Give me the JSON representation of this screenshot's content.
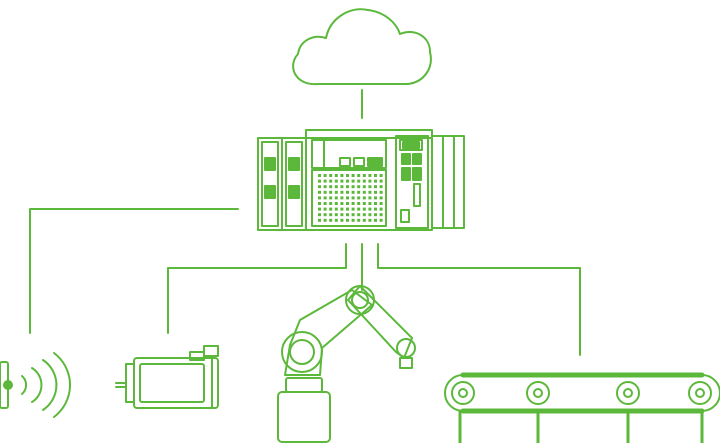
{
  "diagram": {
    "colors": {
      "line": "#5cb83b",
      "fill_light": "#e6f4dd",
      "white": "#ffffff"
    },
    "nodes": [
      {
        "id": "cloud",
        "icon": "cloud-icon"
      },
      {
        "id": "controller",
        "icon": "plc-controller-icon"
      },
      {
        "id": "rfid-sensor",
        "icon": "wireless-sensor-icon"
      },
      {
        "id": "servo-motor",
        "icon": "servo-motor-icon"
      },
      {
        "id": "robot-arm",
        "icon": "robot-arm-icon"
      },
      {
        "id": "conveyor",
        "icon": "conveyor-belt-icon"
      }
    ]
  }
}
